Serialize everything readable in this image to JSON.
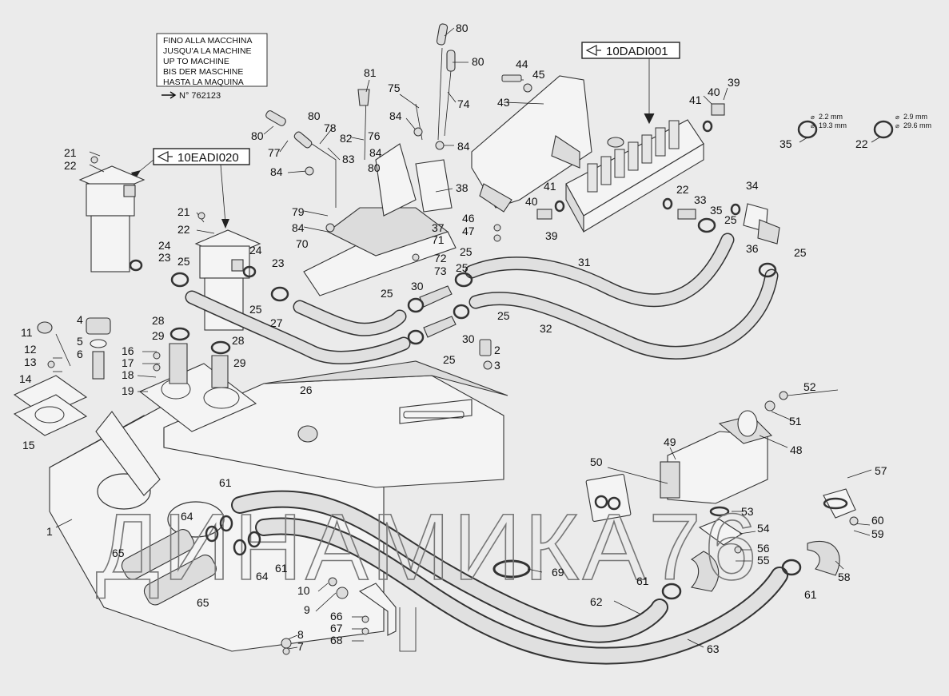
{
  "note": {
    "lines": [
      "FINO ALLA MACCHINA",
      "JUSQU'A LA MACHINE",
      "UP TO MACHINE",
      "BIS DER MASCHINE",
      "HASTA LA MAQUINA"
    ],
    "serial": "N° 762123"
  },
  "refs": {
    "valve": "10DADI001",
    "filter": "10EADI020"
  },
  "spec_a": [
    "2.2 mm",
    "19.3 mm"
  ],
  "spec_b": [
    "2.9 mm",
    "29.6 mm"
  ],
  "watermark": "ДИНАМИКА76",
  "callouts": [
    {
      "id": "c80a",
      "label": "80"
    },
    {
      "id": "c80b",
      "label": "80"
    },
    {
      "id": "c81",
      "label": "81"
    },
    {
      "id": "c75",
      "label": "75"
    },
    {
      "id": "c74",
      "label": "74"
    },
    {
      "id": "c84a",
      "label": "84"
    },
    {
      "id": "c84b",
      "label": "84"
    },
    {
      "id": "c76",
      "label": "76"
    },
    {
      "id": "c80c",
      "label": "80"
    },
    {
      "id": "c80d",
      "label": "80"
    },
    {
      "id": "c77",
      "label": "77"
    },
    {
      "id": "c78",
      "label": "78"
    },
    {
      "id": "c82",
      "label": "82"
    },
    {
      "id": "c83",
      "label": "83"
    },
    {
      "id": "c84c",
      "label": "84"
    },
    {
      "id": "c80e",
      "label": "80"
    },
    {
      "id": "c84d",
      "label": "84"
    },
    {
      "id": "c38",
      "label": "38"
    },
    {
      "id": "c79",
      "label": "79"
    },
    {
      "id": "c84e",
      "label": "84"
    },
    {
      "id": "c70",
      "label": "70"
    },
    {
      "id": "c37",
      "label": "37"
    },
    {
      "id": "c71",
      "label": "71"
    },
    {
      "id": "c72",
      "label": "72"
    },
    {
      "id": "c73",
      "label": "73"
    },
    {
      "id": "c44",
      "label": "44"
    },
    {
      "id": "c45",
      "label": "45"
    },
    {
      "id": "c43",
      "label": "43"
    },
    {
      "id": "c41a",
      "label": "41"
    },
    {
      "id": "c40a",
      "label": "40"
    },
    {
      "id": "c39a",
      "label": "39"
    },
    {
      "id": "c35a",
      "label": "35"
    },
    {
      "id": "c22a",
      "label": "22"
    },
    {
      "id": "c40b",
      "label": "40"
    },
    {
      "id": "c41b",
      "label": "41"
    },
    {
      "id": "c39b",
      "label": "39"
    },
    {
      "id": "c22b",
      "label": "22"
    },
    {
      "id": "c33",
      "label": "33"
    },
    {
      "id": "c35b",
      "label": "35"
    },
    {
      "id": "c25a",
      "label": "25"
    },
    {
      "id": "c34",
      "label": "34"
    },
    {
      "id": "c36",
      "label": "36"
    },
    {
      "id": "c25b",
      "label": "25"
    },
    {
      "id": "c46",
      "label": "46"
    },
    {
      "id": "c47",
      "label": "47"
    },
    {
      "id": "c31",
      "label": "31"
    },
    {
      "id": "c25c",
      "label": "25"
    },
    {
      "id": "c30a",
      "label": "30"
    },
    {
      "id": "c25d",
      "label": "25"
    },
    {
      "id": "c25e",
      "label": "25"
    },
    {
      "id": "c32",
      "label": "32"
    },
    {
      "id": "c30b",
      "label": "30"
    },
    {
      "id": "c2",
      "label": "2"
    },
    {
      "id": "c3",
      "label": "3"
    },
    {
      "id": "c25f",
      "label": "25"
    },
    {
      "id": "c21a",
      "label": "21"
    },
    {
      "id": "c22c",
      "label": "22"
    },
    {
      "id": "c21b",
      "label": "21"
    },
    {
      "id": "c22d",
      "label": "22"
    },
    {
      "id": "c24a",
      "label": "24"
    },
    {
      "id": "c23a",
      "label": "23"
    },
    {
      "id": "c25g",
      "label": "25"
    },
    {
      "id": "c24b",
      "label": "24"
    },
    {
      "id": "c23b",
      "label": "23"
    },
    {
      "id": "c25h",
      "label": "25"
    },
    {
      "id": "c27",
      "label": "27"
    },
    {
      "id": "c25i",
      "label": "25"
    },
    {
      "id": "c26",
      "label": "26"
    },
    {
      "id": "c11",
      "label": "11"
    },
    {
      "id": "c4",
      "label": "4"
    },
    {
      "id": "c5",
      "label": "5"
    },
    {
      "id": "c6",
      "label": "6"
    },
    {
      "id": "c12",
      "label": "12"
    },
    {
      "id": "c13",
      "label": "13"
    },
    {
      "id": "c28a",
      "label": "28"
    },
    {
      "id": "c29a",
      "label": "29"
    },
    {
      "id": "c16",
      "label": "16"
    },
    {
      "id": "c17",
      "label": "17"
    },
    {
      "id": "c18",
      "label": "18"
    },
    {
      "id": "c19",
      "label": "19"
    },
    {
      "id": "c28b",
      "label": "28"
    },
    {
      "id": "c29b",
      "label": "29"
    },
    {
      "id": "c14",
      "label": "14"
    },
    {
      "id": "c15",
      "label": "15"
    },
    {
      "id": "c1",
      "label": "1"
    },
    {
      "id": "c52",
      "label": "52"
    },
    {
      "id": "c51",
      "label": "51"
    },
    {
      "id": "c48",
      "label": "48"
    },
    {
      "id": "c49",
      "label": "49"
    },
    {
      "id": "c50",
      "label": "50"
    },
    {
      "id": "c57",
      "label": "57"
    },
    {
      "id": "c53",
      "label": "53"
    },
    {
      "id": "c54",
      "label": "54"
    },
    {
      "id": "c56",
      "label": "56"
    },
    {
      "id": "c55",
      "label": "55"
    },
    {
      "id": "c60",
      "label": "60"
    },
    {
      "id": "c59",
      "label": "59"
    },
    {
      "id": "c58",
      "label": "58"
    },
    {
      "id": "c61a",
      "label": "61"
    },
    {
      "id": "c61b",
      "label": "61"
    },
    {
      "id": "c61c",
      "label": "61"
    },
    {
      "id": "c61d",
      "label": "61"
    },
    {
      "id": "c64a",
      "label": "64"
    },
    {
      "id": "c64b",
      "label": "64"
    },
    {
      "id": "c65a",
      "label": "65"
    },
    {
      "id": "c65b",
      "label": "65"
    },
    {
      "id": "c69",
      "label": "69"
    },
    {
      "id": "c62",
      "label": "62"
    },
    {
      "id": "c63",
      "label": "63"
    },
    {
      "id": "c10",
      "label": "10"
    },
    {
      "id": "c9",
      "label": "9"
    },
    {
      "id": "c66",
      "label": "66"
    },
    {
      "id": "c67",
      "label": "67"
    },
    {
      "id": "c68",
      "label": "68"
    },
    {
      "id": "c8",
      "label": "8"
    },
    {
      "id": "c7",
      "label": "7"
    }
  ]
}
